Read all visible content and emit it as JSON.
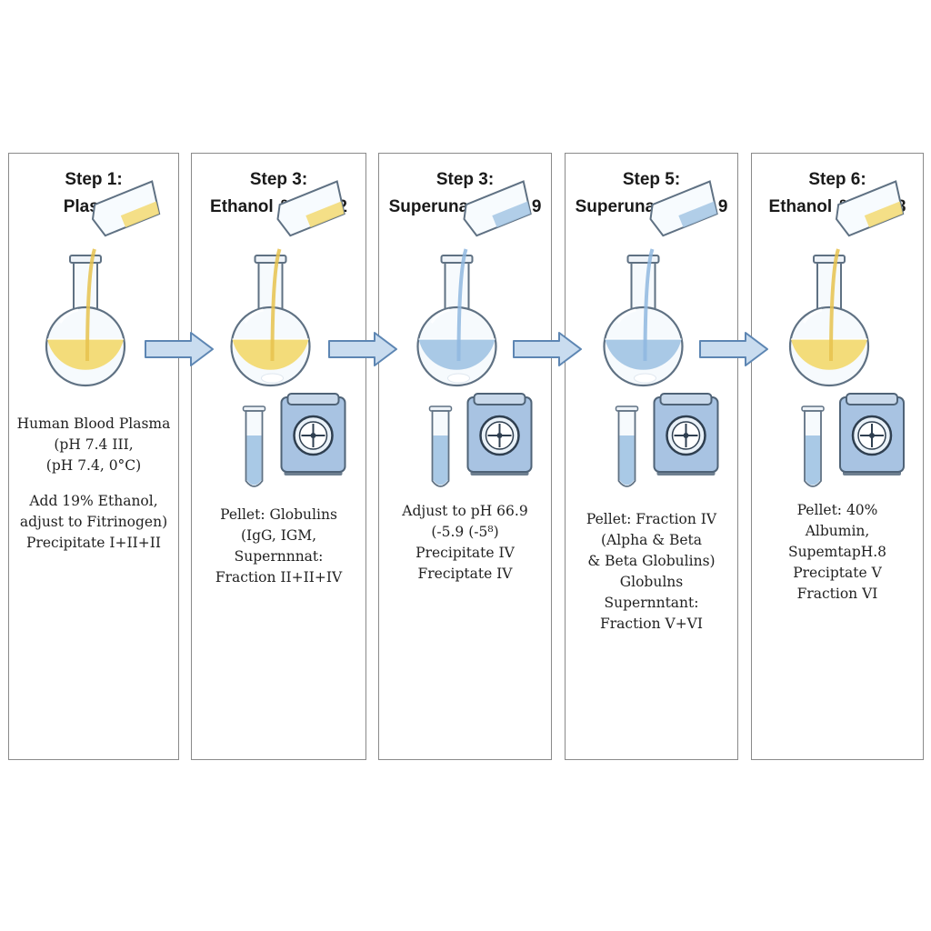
{
  "colors": {
    "plasma_yellow": "#f3dc7a",
    "liquid_blue": "#a9c9e6",
    "arrow_fill": "#c9dcef",
    "arrow_stroke": "#5d86b3",
    "device_blue": "#a8c3e2",
    "panel_border": "#8a8a8a"
  },
  "icons": [
    "pouring-beaker-icon",
    "round-flask-icon",
    "test-tube-icon",
    "centrifuge-icon",
    "right-arrow-icon"
  ],
  "steps": [
    {
      "title": [
        "Step 1:",
        "Plasma"
      ],
      "liquid": "yellow",
      "pellet": false,
      "equipment": false,
      "lines": [
        "Human Blood Plasma",
        "(pH 7.4 III,",
        "(pH 7.4, 0°C)",
        "",
        "Add 19% Ethanol,",
        "adjust to Fitrinogen)",
        "Precipitate I+II+II"
      ]
    },
    {
      "title": [
        "Step 3:",
        "Ethanol & pH 7.2"
      ],
      "liquid": "yellow",
      "pellet": true,
      "equipment": true,
      "lines": [
        "Pellet: Globulins",
        "(IgG, IGM,",
        "Supernnnat:",
        "Fraction II+II+IV"
      ]
    },
    {
      "title": [
        "Step 3:",
        "Superunant pH 6.9"
      ],
      "liquid": "blue",
      "pellet": true,
      "equipment": true,
      "lines": [
        "Adjust to pH 66.9",
        "(-5.9 (-5⁸)",
        "Precipitate IV",
        "Freciptate IV"
      ]
    },
    {
      "title": [
        "Step 5:",
        "Superunant pH 6.9"
      ],
      "liquid": "blue",
      "pellet": true,
      "equipment": true,
      "lines": [
        "Pellet: Fraction IV",
        "(Alpha & Beta",
        "& Beta Globulins)",
        "Globulns",
        "Supernntant:",
        "Fraction V+VI"
      ]
    },
    {
      "title": [
        "Step 6:",
        "Ethanol & pH 4.8"
      ],
      "liquid": "yellow",
      "pellet": false,
      "equipment": true,
      "lines": [
        "Pellet: 40%",
        "Albumin,",
        "SupemtapH.8",
        "Preciptate V",
        "Fraction VI"
      ]
    }
  ]
}
